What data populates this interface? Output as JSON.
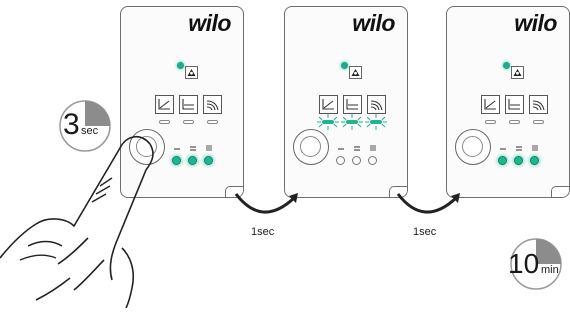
{
  "brand": "wilo",
  "transition_labels": [
    "1sec",
    "1sec"
  ],
  "timer_start": {
    "number": "3",
    "unit": "sec"
  },
  "timer_end": {
    "number": "10",
    "unit": "min"
  },
  "panels": [
    {
      "curve_leds_lit": false,
      "bottom_leds": [
        true,
        true,
        true
      ]
    },
    {
      "curve_leds_lit": true,
      "bottom_leds": [
        false,
        false,
        false
      ]
    },
    {
      "curve_leds_lit": false,
      "bottom_leds": [
        true,
        true,
        true
      ]
    }
  ],
  "colors": {
    "led_green": "#1db68f",
    "outline": "#6e6e6e",
    "timer_fill": "#8c8c8c"
  }
}
